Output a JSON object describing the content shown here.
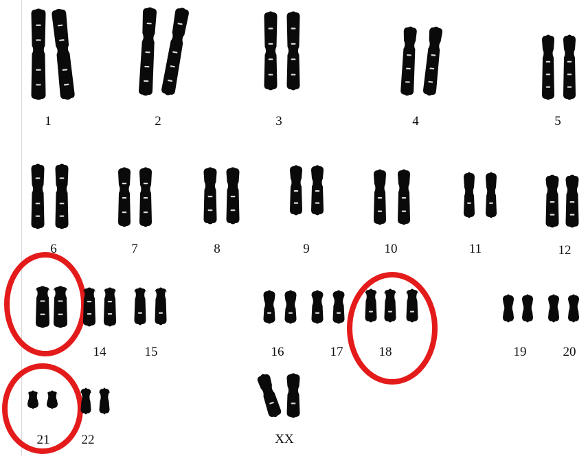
{
  "colors": {
    "background": "#ffffff",
    "chromosome": "#0a0a0a",
    "highlight_circle": "#e41b1b"
  },
  "groups": [
    {
      "id": "1",
      "label": "1",
      "count": 2,
      "highlighted": false
    },
    {
      "id": "2",
      "label": "2",
      "count": 2,
      "highlighted": false
    },
    {
      "id": "3",
      "label": "3",
      "count": 2,
      "highlighted": false
    },
    {
      "id": "4",
      "label": "4",
      "count": 2,
      "highlighted": false
    },
    {
      "id": "5",
      "label": "5",
      "count": 2,
      "highlighted": false
    },
    {
      "id": "6",
      "label": "6",
      "count": 2,
      "highlighted": false
    },
    {
      "id": "7",
      "label": "7",
      "count": 2,
      "highlighted": false
    },
    {
      "id": "8",
      "label": "8",
      "count": 2,
      "highlighted": false
    },
    {
      "id": "9",
      "label": "9",
      "count": 2,
      "highlighted": false
    },
    {
      "id": "10",
      "label": "10",
      "count": 2,
      "highlighted": false
    },
    {
      "id": "11",
      "label": "11",
      "count": 2,
      "highlighted": false
    },
    {
      "id": "12",
      "label": "12",
      "count": 2,
      "highlighted": false
    },
    {
      "id": "13",
      "label": "",
      "count": 2,
      "highlighted": true
    },
    {
      "id": "14",
      "label": "14",
      "count": 2,
      "highlighted": false
    },
    {
      "id": "15",
      "label": "15",
      "count": 2,
      "highlighted": false
    },
    {
      "id": "16",
      "label": "16",
      "count": 2,
      "highlighted": false
    },
    {
      "id": "17",
      "label": "17",
      "count": 2,
      "highlighted": false
    },
    {
      "id": "18",
      "label": "18",
      "count": 3,
      "highlighted": true
    },
    {
      "id": "19",
      "label": "19",
      "count": 2,
      "highlighted": false
    },
    {
      "id": "20",
      "label": "20",
      "count": 2,
      "highlighted": false
    },
    {
      "id": "21",
      "label": "21",
      "count": 2,
      "highlighted": true
    },
    {
      "id": "22",
      "label": "22",
      "count": 2,
      "highlighted": false
    },
    {
      "id": "sex",
      "label": "XX",
      "count": 2,
      "highlighted": false
    }
  ]
}
